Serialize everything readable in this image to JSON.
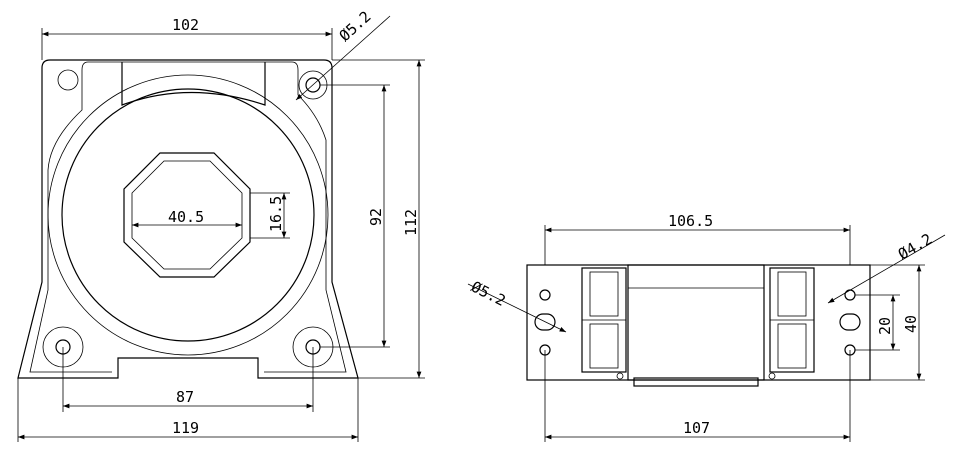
{
  "front_view": {
    "width_top": "102",
    "hole_top": "Ø5.2",
    "window_width": "40.5",
    "window_height": "16.5",
    "hole_spacing_vertical": "92",
    "overall_height": "112",
    "hole_spacing_horizontal": "87",
    "base_width": "119"
  },
  "side_view": {
    "width_top": "106.5",
    "hole_right": "Ø4.2",
    "hole_left": "Ø5.2",
    "slot_spacing": "20",
    "height": "40",
    "base_width": "107"
  }
}
